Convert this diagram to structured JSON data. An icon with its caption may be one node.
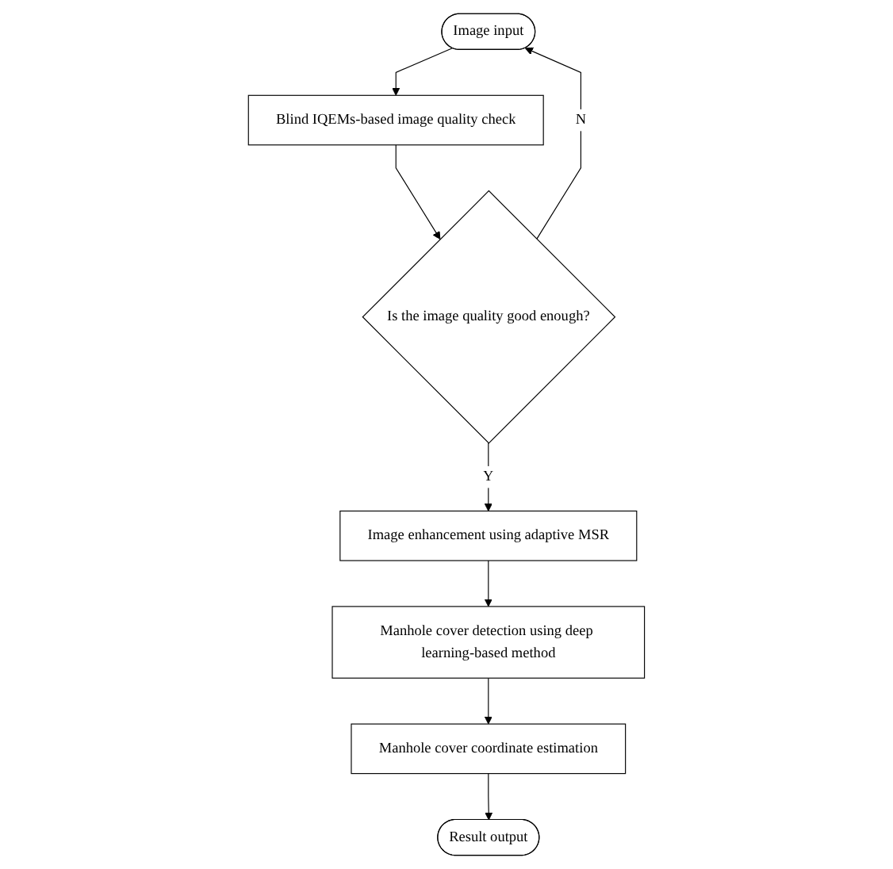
{
  "diagram": {
    "nodes": [
      {
        "text": [
          "Image input"
        ]
      },
      {
        "text": [
          "Blind IQEMs-based image quality check"
        ]
      },
      {
        "text": [
          "Is the image quality good enough?"
        ]
      },
      {
        "text": [
          "Image enhancement using adaptive MSR"
        ]
      },
      {
        "text": [
          "Manhole cover detection using deep learning-based method"
        ]
      },
      {
        "text": [
          "Manhole cover coordinate estimation"
        ]
      },
      {
        "text": [
          "Result output"
        ]
      }
    ],
    "edges": [
      {
        "from": 0,
        "to": 1,
        "arrow": "to"
      },
      {
        "from": 1,
        "to": 2,
        "arrow": "to"
      },
      {
        "from": 2,
        "to": 3,
        "arrow": "to",
        "label": "Y"
      },
      {
        "from": 3,
        "to": 4,
        "arrow": "to"
      },
      {
        "from": 4,
        "to": 5,
        "arrow": "to"
      },
      {
        "from": 5,
        "to": 6,
        "arrow": "to"
      },
      {
        "from": 2,
        "to": 0,
        "arrow": "to",
        "label": "N"
      }
    ]
  }
}
